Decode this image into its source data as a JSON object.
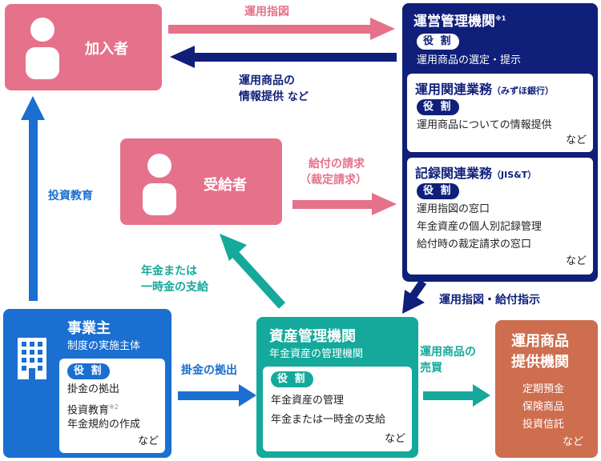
{
  "member": {
    "title": "加入者"
  },
  "recipient": {
    "title": "受給者"
  },
  "operator": {
    "title": "運営管理機関",
    "note": "※1",
    "role_label": "役 割",
    "role_desc": "運用商品の選定・提示",
    "sub1": {
      "title": "運用関連業務",
      "paren": "（みずほ銀行）",
      "role_label": "役 割",
      "lines": [
        "運用商品についての情報提供"
      ],
      "etc": "など"
    },
    "sub2": {
      "title": "記録関連業務",
      "paren": "（JIS&T）",
      "role_label": "役 割",
      "lines": [
        "運用指図の窓口",
        "年金資産の個人別記録管理",
        "給付時の裁定請求の窓口"
      ],
      "etc": "など"
    }
  },
  "employer": {
    "title": "事業主",
    "subtitle": "制度の実施主体",
    "role_label": "役 割",
    "lines": [
      "掛金の拠出",
      "投資教育",
      "年金規約の作成"
    ],
    "note": "※2",
    "etc": "など"
  },
  "custodian": {
    "title": "資産管理機関",
    "subtitle": "年金資産の管理機関",
    "role_label": "役 割",
    "lines": [
      "年金資産の管理",
      "年金または一時金の支給"
    ],
    "etc": "など"
  },
  "provider": {
    "title_line1": "運用商品",
    "title_line2": "提供機関",
    "lines": [
      "定期預金",
      "保険商品",
      "投資信託"
    ],
    "etc": "など"
  },
  "arrows": {
    "instruction": "運用指図",
    "info_line1": "運用商品の",
    "info_line2": "情報提供",
    "info_etc": "など",
    "claim_line1": "給付の請求",
    "claim_line2": "（裁定請求）",
    "education": "投資教育",
    "payout_line1": "年金または",
    "payout_line2": "一時金の支給",
    "instruction_payout": "運用指図・給付指示",
    "contribution": "掛金の拠出",
    "trade_line1": "運用商品の",
    "trade_line2": "売買"
  },
  "colors": {
    "pink": "#e5728a",
    "navy": "#0f1f7a",
    "blue": "#1a6fd1",
    "teal": "#14a99b",
    "orange": "#cd6e4f"
  }
}
